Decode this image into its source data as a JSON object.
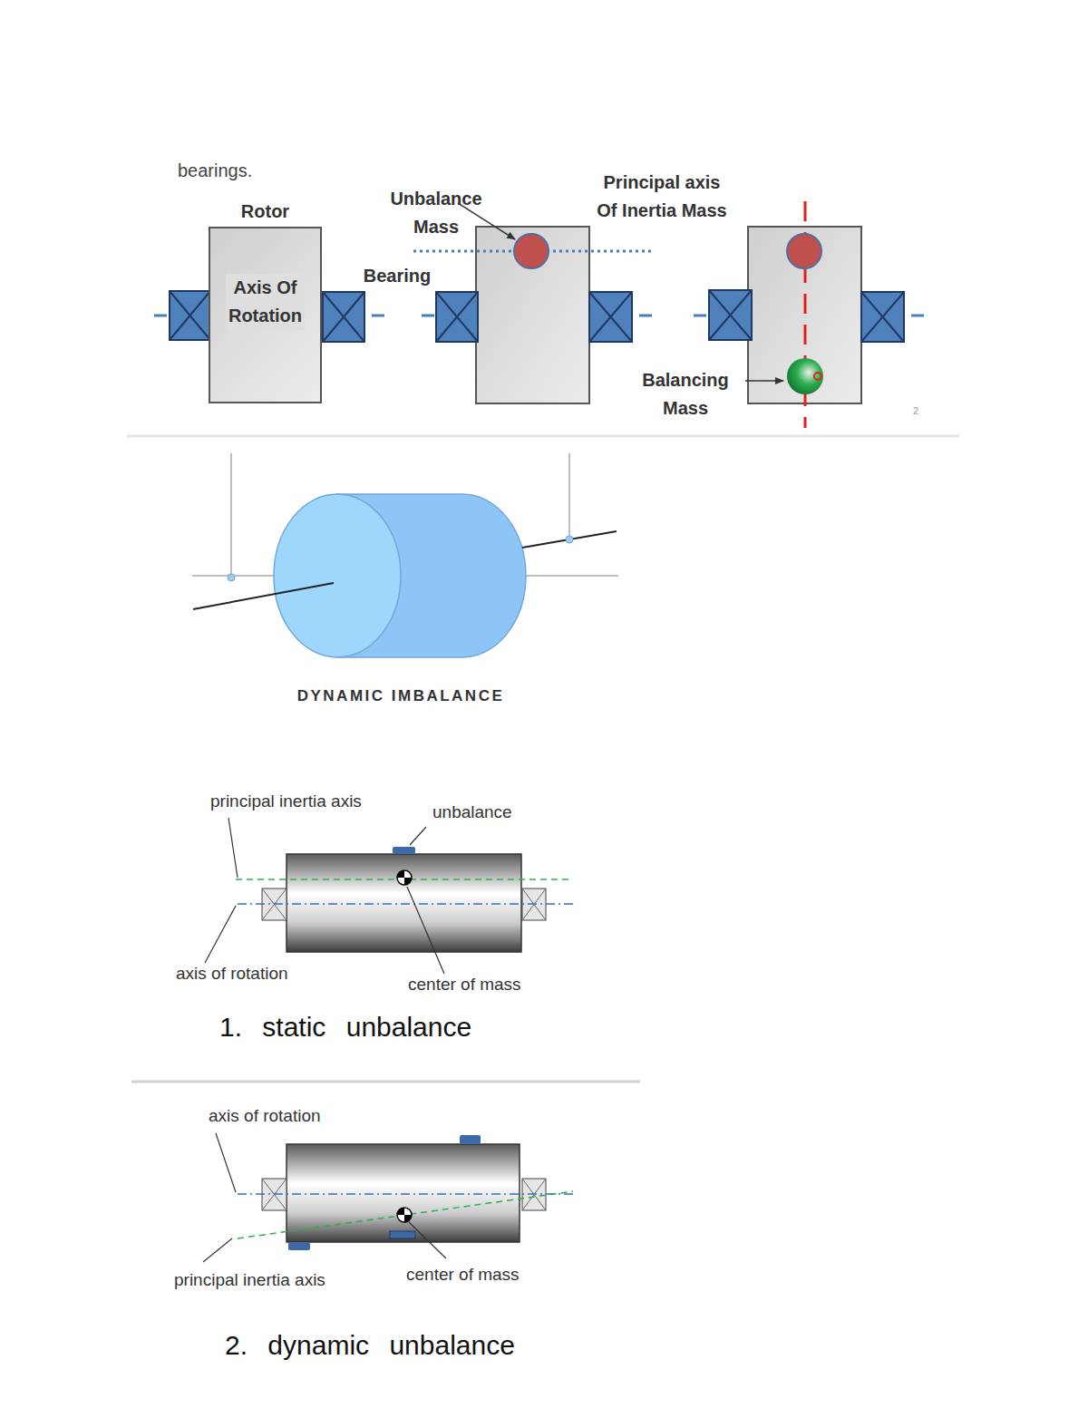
{
  "diagram": {
    "nodes": [
      {
        "text": [
          "Rotor",
          "Axis Of Rotation"
        ]
      }
    ],
    "labels": [
      "bearings.",
      "Unbalance Mass",
      "Bearing",
      "Principal axis Of Inertia Mass",
      "Balancing Mass",
      "2",
      "DYNAMIC IMBALANCE",
      "principal inertia axis",
      "unbalance",
      "axis of rotation",
      "center of mass",
      "1. static unbalance",
      "axis of rotation",
      "principal inertia axis",
      "center of mass",
      "2. dynamic unbalance"
    ]
  }
}
